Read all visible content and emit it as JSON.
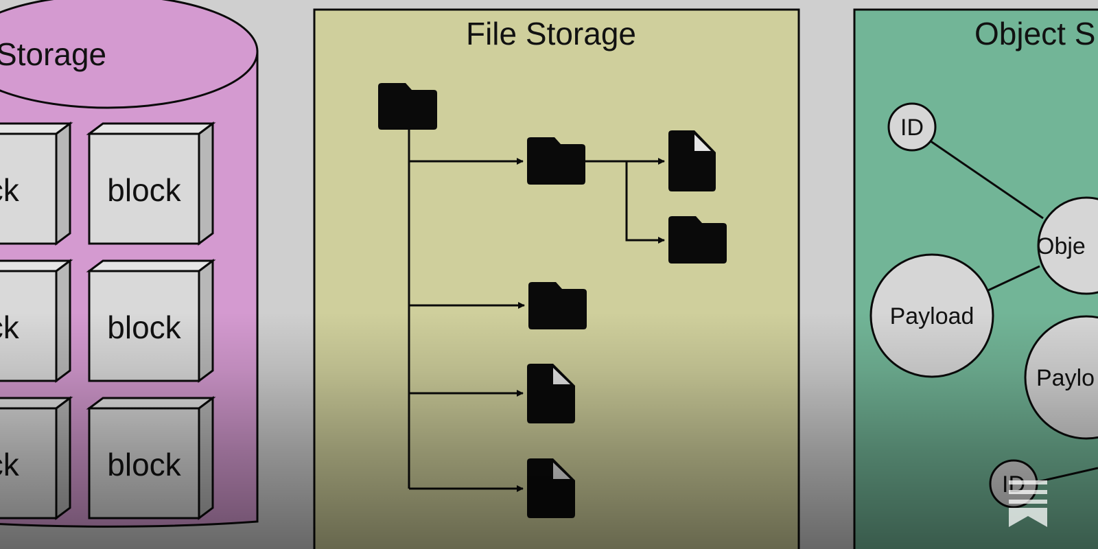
{
  "colors": {
    "background": "#cfcfcf",
    "block_panel": "#d49ad0",
    "file_panel": "#cfcf9c",
    "object_panel": "#72b597",
    "block_face": "#d9d9d9",
    "node_fill": "#d6d6d6",
    "ink": "#0a0a0a"
  },
  "block_storage": {
    "title": "Storage",
    "blocks": [
      "ock",
      "block",
      "ock",
      "block",
      "ock",
      "block"
    ]
  },
  "file_storage": {
    "title": "File Storage",
    "icons": [
      "folder-icon",
      "folder-icon",
      "file-icon",
      "folder-icon",
      "folder-icon",
      "file-icon",
      "file-icon"
    ]
  },
  "object_storage": {
    "title": "Object S",
    "nodes": [
      {
        "label": "ID"
      },
      {
        "label": "Obje"
      },
      {
        "label": "Payload"
      },
      {
        "label": "Paylo"
      },
      {
        "label": "ID"
      }
    ]
  },
  "badge_icon": "bookmark-list-icon"
}
